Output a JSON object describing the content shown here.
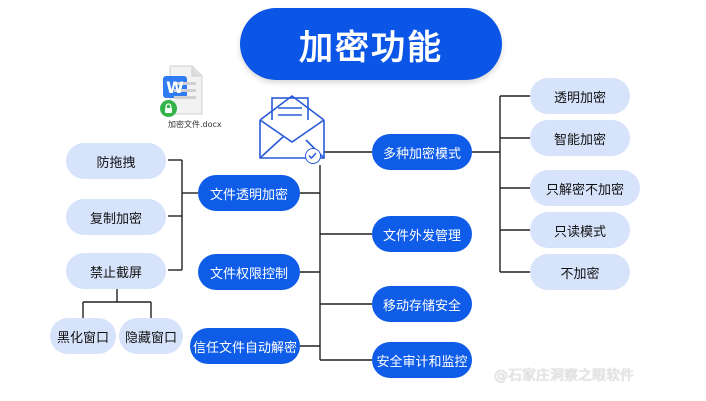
{
  "title": "加密功能",
  "file_caption": "加密文件.docx",
  "doc_badge": "W",
  "branches": {
    "transparent": "文件透明加密",
    "permission": "文件权限控制",
    "trusted": "信任文件自动解密",
    "modes": "多种加密模式",
    "outbound": "文件外发管理",
    "mobile": "移动存储安全",
    "audit": "安全审计和监控"
  },
  "left_items": {
    "anti_drag": "防拖拽",
    "copy_encrypt": "复制加密",
    "no_screenshot": "禁止截屏",
    "blackout_window": "黑化窗口",
    "hide_window": "隐藏窗口"
  },
  "modes": [
    "透明加密",
    "智能加密",
    "只解密不加密",
    "只读模式",
    "不加密"
  ],
  "watermark": "@石家庄洞察之眼软件",
  "colors": {
    "primary": "#0e5ce8",
    "title": "#0b56e6",
    "light": "#d6e3fb",
    "line": "#222222"
  },
  "icons": [
    "word-doc-icon",
    "lock-icon",
    "envelope-icon",
    "check-icon"
  ]
}
